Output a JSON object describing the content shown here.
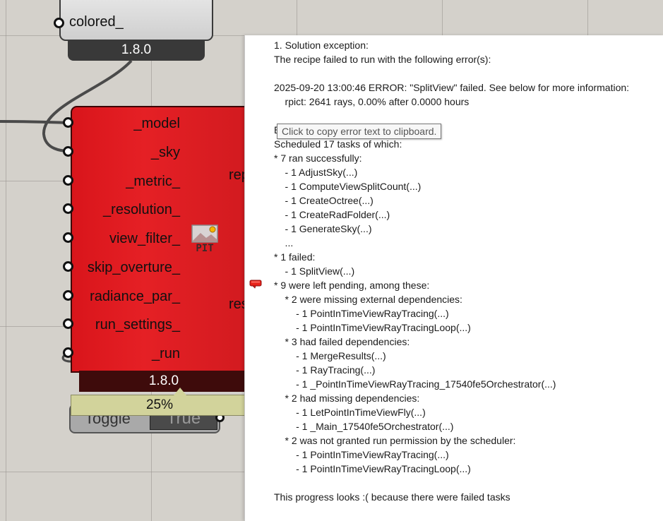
{
  "top_component": {
    "output_label": "colored_",
    "version": "1.8.0"
  },
  "main_component": {
    "inputs": [
      "_model",
      "_sky",
      "_metric_",
      "_resolution_",
      "view_filter_",
      "skip_overture_",
      "radiance_par_",
      "run_settings_",
      "_run"
    ],
    "outputs": [
      "rep",
      "res"
    ],
    "icon": "PIT",
    "version": "1.8.0",
    "progress": "25%",
    "color": "#e01d22"
  },
  "toggle": {
    "label": "Toggle",
    "value": "True"
  },
  "tooltip": "Click to copy error text to clipboard.",
  "error_panel": {
    "lines": [
      "1. Solution exception:",
      "The recipe failed to run with the following error(s):",
      "",
      "2025-09-20 13:00:46 ERROR: \"SplitView\" failed. See below for more information:",
      "    rpict: 2641 rays, 0.00% after 0.0000 hours",
      "",
      "E",
      "Scheduled 17 tasks of which:",
      "* 7 ran successfully:",
      "    - 1 AdjustSky(...)",
      "    - 1 ComputeViewSplitCount(...)",
      "    - 1 CreateOctree(...)",
      "    - 1 CreateRadFolder(...)",
      "    - 1 GenerateSky(...)",
      "    ...",
      "* 1 failed:",
      "    - 1 SplitView(...)",
      "* 9 were left pending, among these:",
      "    * 2 were missing external dependencies:",
      "        - 1 PointInTimeViewRayTracing(...)",
      "        - 1 PointInTimeViewRayTracingLoop(...)",
      "    * 3 had failed dependencies:",
      "        - 1 MergeResults(...)",
      "        - 1 RayTracing(...)",
      "        - 1 _PointInTimeViewRayTracing_17540fe5Orchestrator(...)",
      "    * 2 had missing dependencies:",
      "        - 1 LetPointInTimeViewFly(...)",
      "        - 1 _Main_17540fe5Orchestrator(...)",
      "    * 2 was not granted run permission by the scheduler:",
      "        - 1 PointInTimeViewRayTracing(...)",
      "        - 1 PointInTimeViewRayTracingLoop(...)",
      "",
      "This progress looks :( because there were failed tasks"
    ]
  }
}
